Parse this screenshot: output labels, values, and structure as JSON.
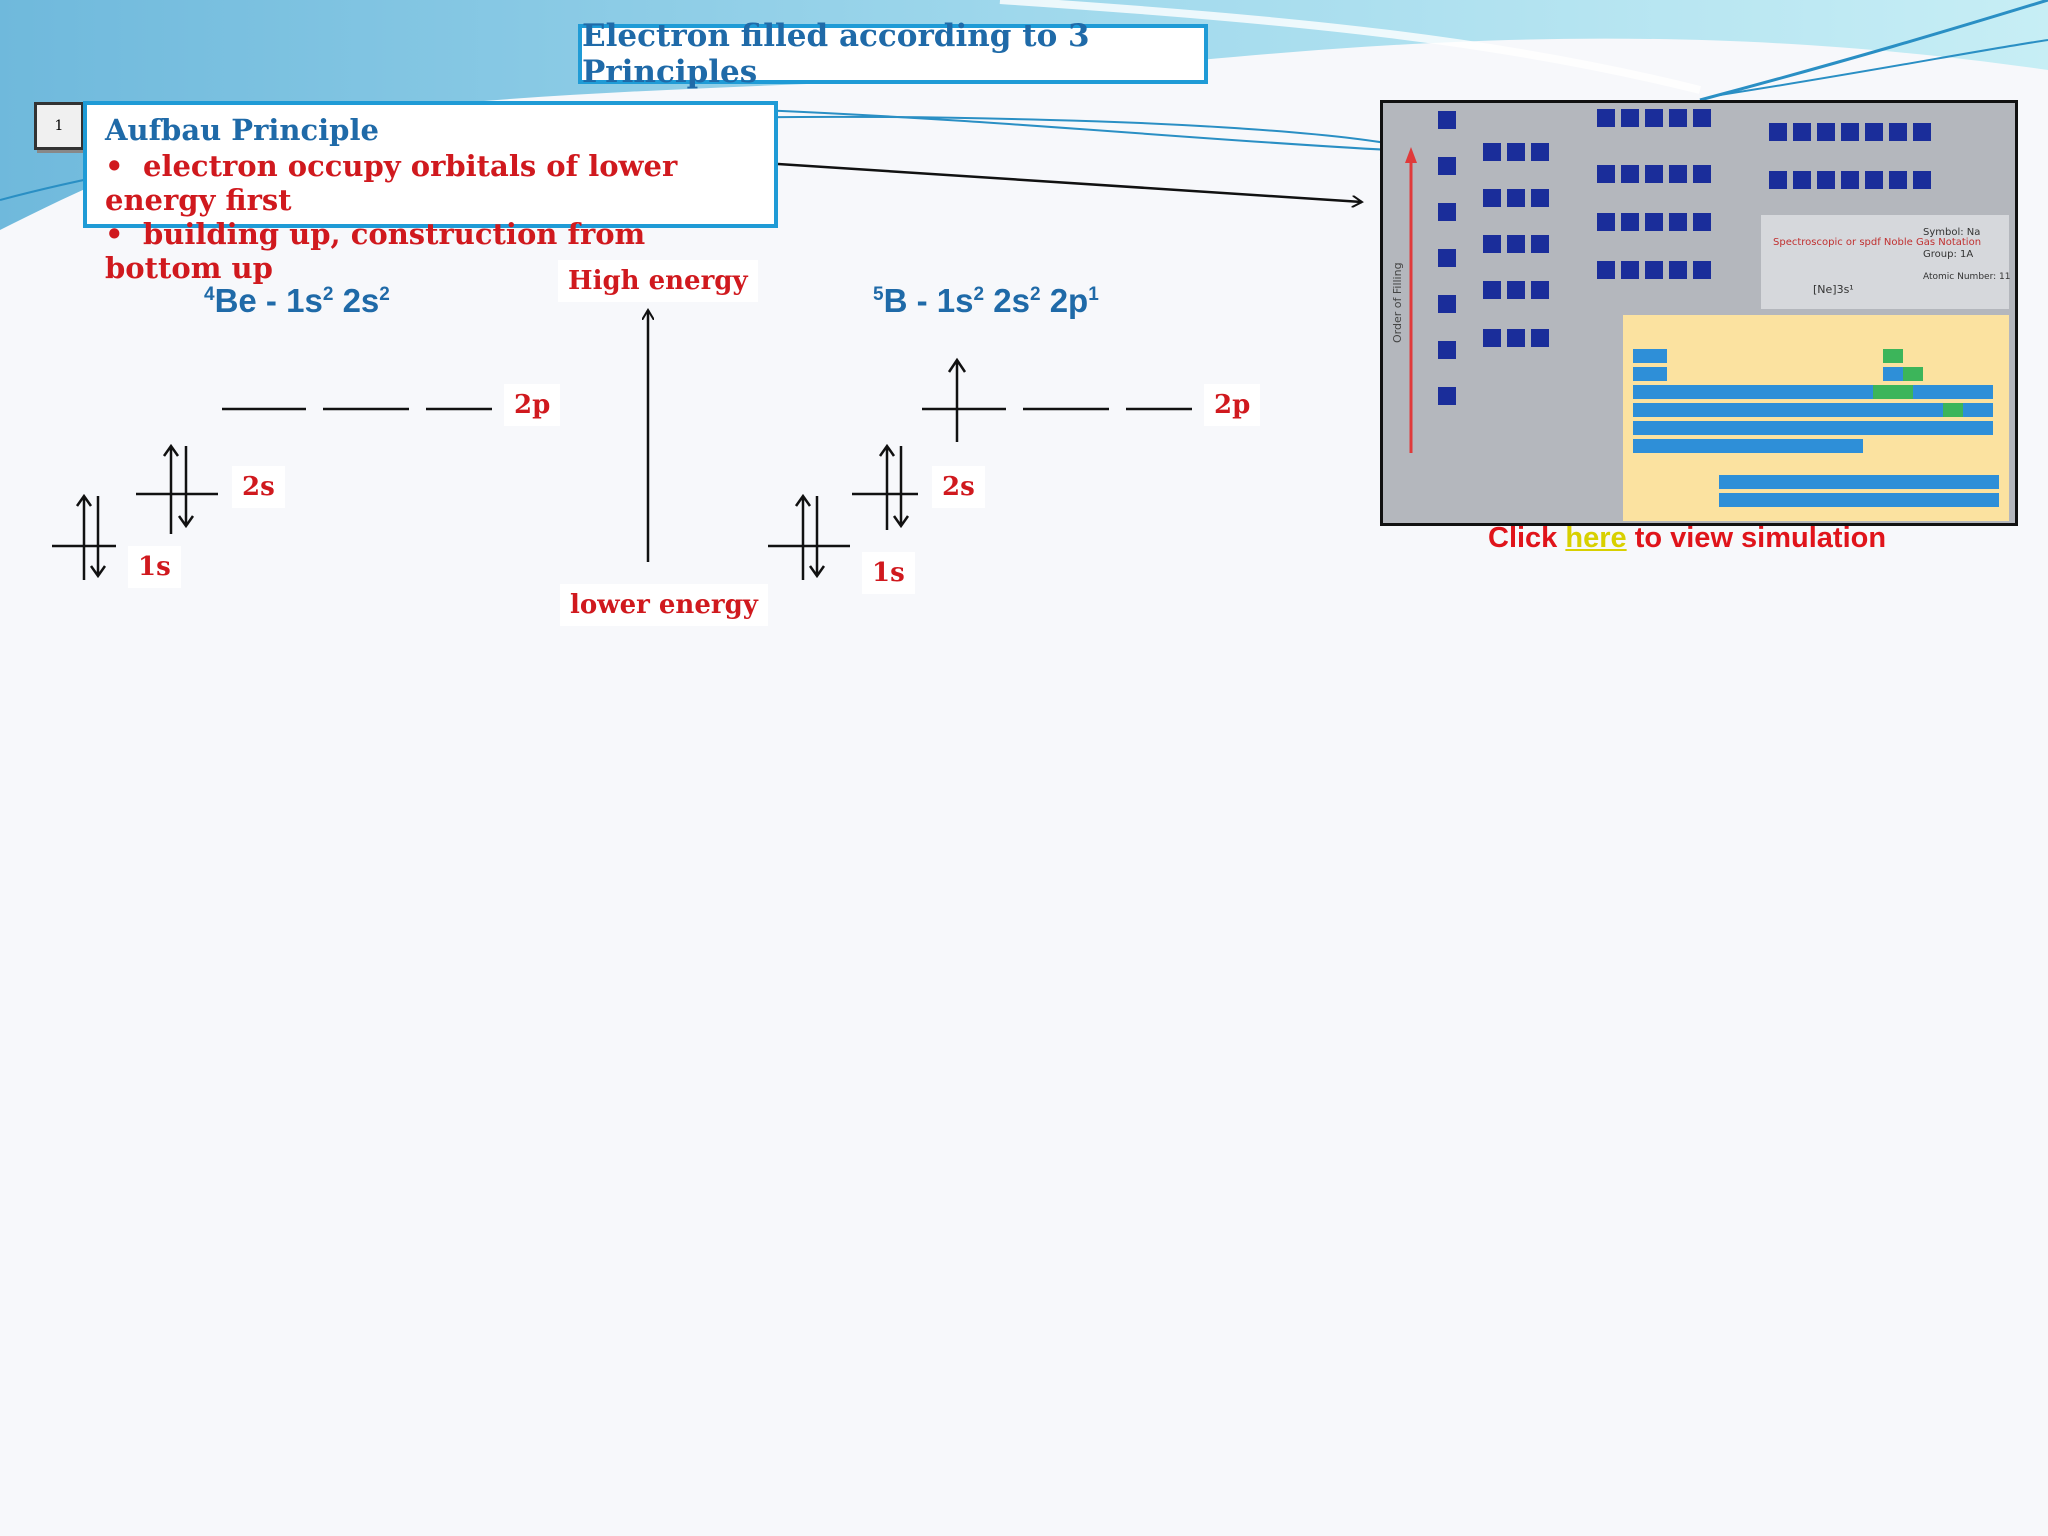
{
  "slide_title": "Electron filled according to 3 Principles",
  "principle": {
    "number": "1",
    "title": "Aufbau Principle",
    "bullets": [
      "electron occupy orbitals of lower energy first",
      "building up, construction from bottom up"
    ]
  },
  "be": {
    "atomic_number": "4",
    "element": "Be",
    "config": [
      "1s",
      "2",
      "2s",
      "2"
    ]
  },
  "b": {
    "atomic_number": "5",
    "element": "B",
    "config": [
      "1s",
      "2",
      "2s",
      "2",
      "2p",
      "1"
    ]
  },
  "orbital_labels": {
    "p": "2p",
    "s2": "2s",
    "s1": "1s"
  },
  "energy_axis": {
    "high": "High energy",
    "low": "lower energy"
  },
  "simulation": {
    "prefix": "Click ",
    "link_text": "here",
    "suffix": " to view simulation",
    "image_labels": {
      "axis": "Order of Filling",
      "notation": "Spectroscopic or spdf Noble Gas Notation",
      "notation_value": "[Ne]3s¹",
      "symbol": "Symbol: Na",
      "group": "Group: 1A",
      "atomic_number": "Atomic Number: 11"
    }
  },
  "colors": {
    "accent_blue": "#1f9bd6",
    "title_blue": "#1f6aa8",
    "label_red": "#d0191e",
    "link_yellow": "#d8d000"
  }
}
